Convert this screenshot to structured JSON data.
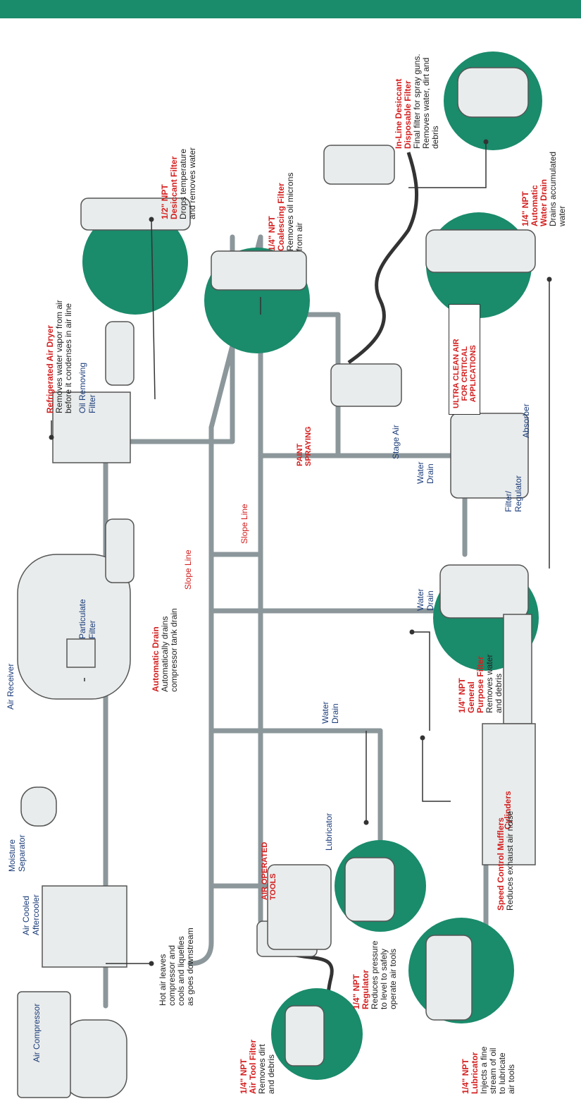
{
  "colors": {
    "brand": "#1a8b6b",
    "accent_red": "#d41f1f",
    "label_blue": "#1c3d7a",
    "pipe": "#7d8a8f"
  },
  "components": {
    "air_compressor": "Air Compressor",
    "aftercooler": "Air Cooled\nAftercooler",
    "moisture_separator": "Moisture\nSeparator",
    "air_receiver": "Air Receiver",
    "particulate_filter": "Particulate\nFilter",
    "oil_removing_filter": "Oil Removing\nFilter",
    "lubricator": "Lubricator",
    "water_drain_1": "Water\nDrain",
    "water_drain_2": "Water\nDrain",
    "water_drain_3": "Water\nDrain",
    "stage_air": "Stage Air",
    "filter_regulator": "Filter/\nRegulator",
    "absorber": "Absorber",
    "cylinders": "Cylinders"
  },
  "slope_lines": [
    "Slope Line",
    "Slope Line"
  ],
  "sections": {
    "paint_spraying": "PAINT\nSPRAYING",
    "air_operated_tools": "AIR OPERATED\nTOOLS",
    "ultra_clean": "ULTRA CLEAN AIR\nFOR CRITICAL\nAPPLICATIONS"
  },
  "hot_air_note": "Hot air leaves\ncompressor and\ncools and liquefies\nas goes downstream",
  "callouts": {
    "refrigerated_dryer": {
      "title": "Refrigerated Air Dryer",
      "desc": "Removes water vapor from air\nbefore it condenses in air line"
    },
    "desiccant_filter": {
      "title": "1/2\" NPT\nDesiccant Filter",
      "desc": "Drops temperature\nand removes water"
    },
    "coalescing_filter": {
      "title": "1/4\" NPT\nCoalescing Filter",
      "desc": "Removes oil microns\nfrom air"
    },
    "inline_desiccant": {
      "title": "In-Line Desiccant\nDisposable Filter",
      "desc": "Final filter for spray guns.\nRemoves water, dirt and\ndebris"
    },
    "automatic_water_drain": {
      "title": "1/4\" NPT\nAutomatic\nWater Drain",
      "desc": "Drains accumulated\nwater"
    },
    "automatic_drain": {
      "title": "Automatic Drain",
      "desc": "Automatically drains\ncompressor tank drain"
    },
    "general_purpose_filter": {
      "title": "1/4\" NPT\nGeneral\nPurpose Filter",
      "desc": "Removes water\nand debris"
    },
    "speed_control_mufflers": {
      "title": "Speed Control Mufflers",
      "desc": "Reduces exhaust air noise"
    },
    "air_tool_filter": {
      "title": "1/4\" NPT\nAir Tool Filter",
      "desc": "Removes dirt\nand debris"
    },
    "regulator": {
      "title": "1/4\" NPT\nRegulator",
      "desc": "Reduces pressure\nto level to safely\noperate air tools"
    },
    "lubricator_callout": {
      "title": "1/4\" NPT\nLubricator",
      "desc": "Injects a fine\nstream of oil\nto lubricate\nair tools"
    }
  }
}
